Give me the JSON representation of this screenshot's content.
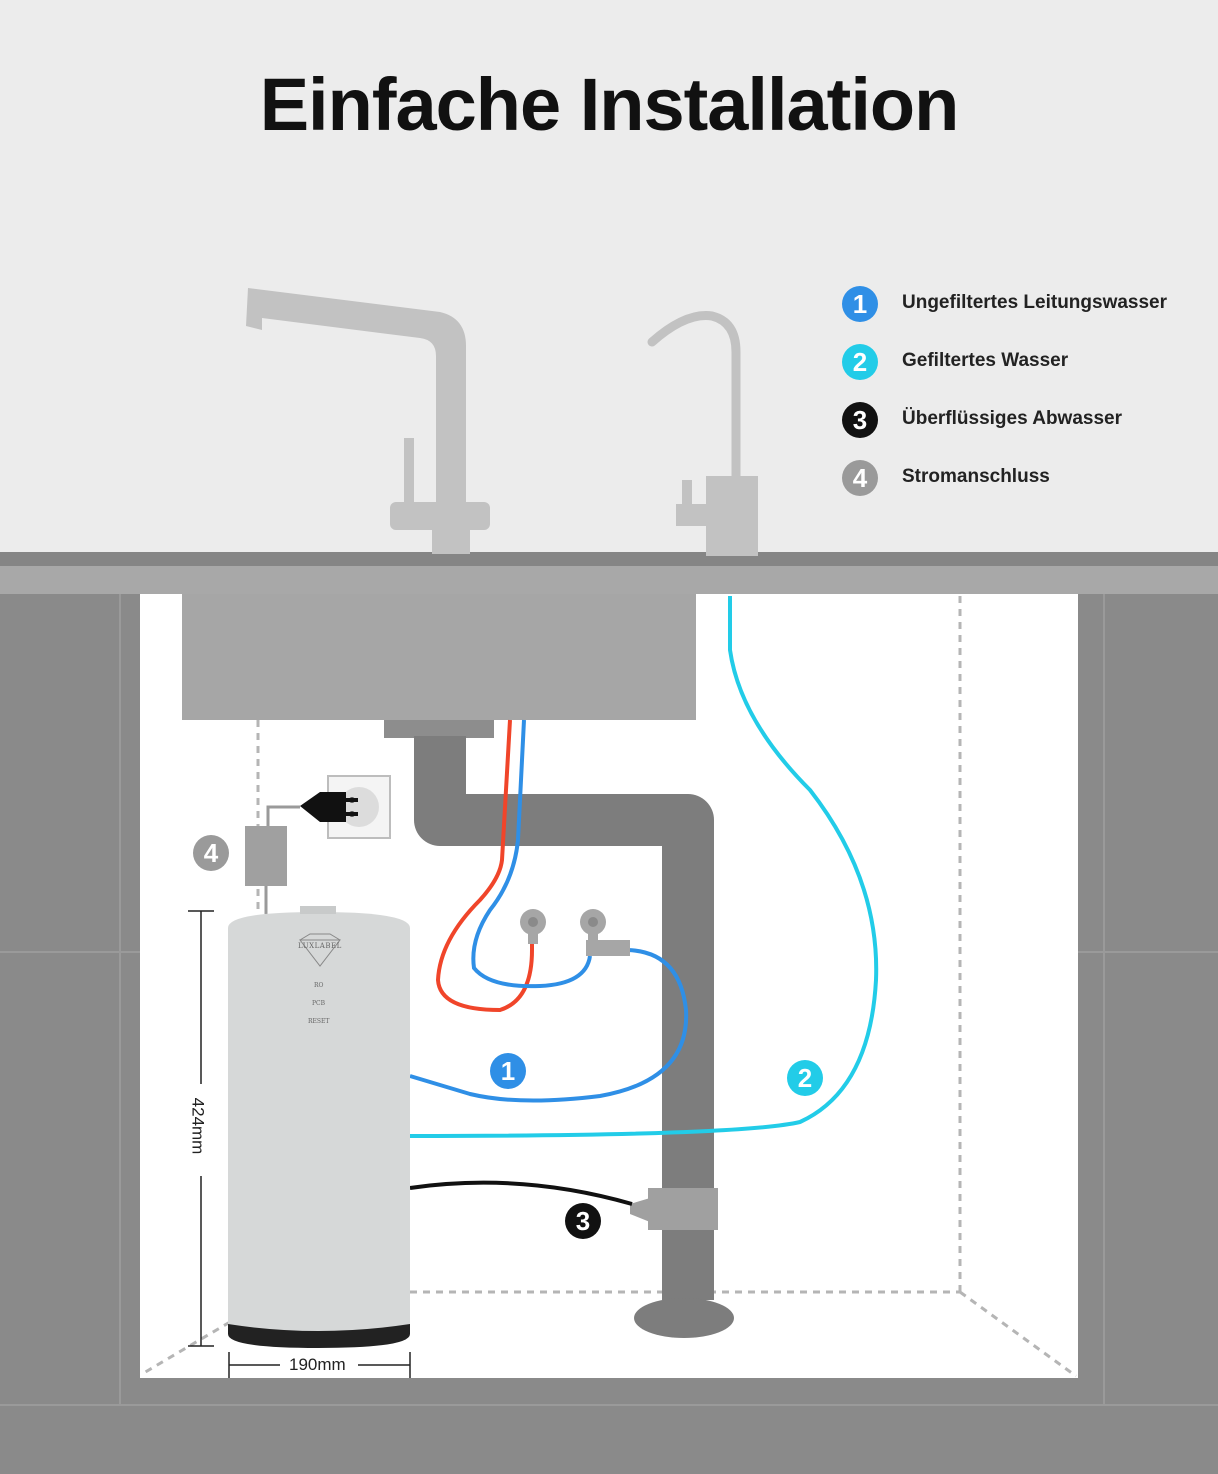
{
  "title": "Einfache Installation",
  "legend": [
    {
      "number": "1",
      "label": "Ungefiltertes Leitungswasser",
      "color": "#2f8fe6"
    },
    {
      "number": "2",
      "label": "Gefiltertes Wasser",
      "color": "#22cce8"
    },
    {
      "number": "3",
      "label": "Überflüssiges Abwasser",
      "color": "#111111"
    },
    {
      "number": "4",
      "label": "Stromanschluss",
      "color": "#9a9a9a"
    }
  ],
  "markers": {
    "m1": "1",
    "m2": "2",
    "m3": "3",
    "m4": "4"
  },
  "dimensions": {
    "height": "424mm",
    "width": "190mm"
  },
  "device": {
    "brand": "LUXLABEL",
    "labels": [
      "RO",
      "PCB",
      "RESET"
    ]
  },
  "colors": {
    "tap_water": "#2f8fe6",
    "filtered_water": "#22cce8",
    "waste_water": "#111111",
    "hot_water": "#f0452a",
    "power": "#9a9a9a"
  }
}
